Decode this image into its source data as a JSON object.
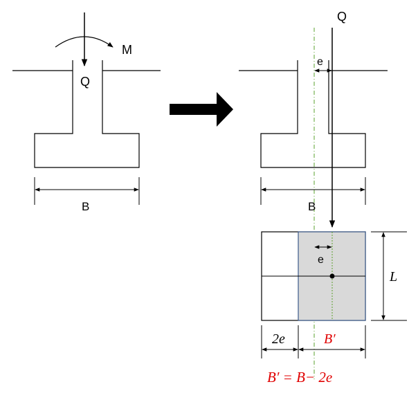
{
  "left": {
    "load_label": "Q",
    "moment_label": "M",
    "width_label": "B"
  },
  "right": {
    "load_label": "Q",
    "eccentricity_label": "e",
    "width_label": "B",
    "plan_eccentricity_label": "e",
    "plan_length_label": "L",
    "plan_2e_label": "2e",
    "plan_effective_width_label": "B′",
    "formula": "B′ = B− 2e"
  },
  "colors": {
    "line": "#000000",
    "effective_area_fill": "#d9d9d9",
    "effective_area_border": "#3b5a8a",
    "centerline": "#5aa02c",
    "red_text": "#e00000",
    "arrow": "#000000"
  }
}
